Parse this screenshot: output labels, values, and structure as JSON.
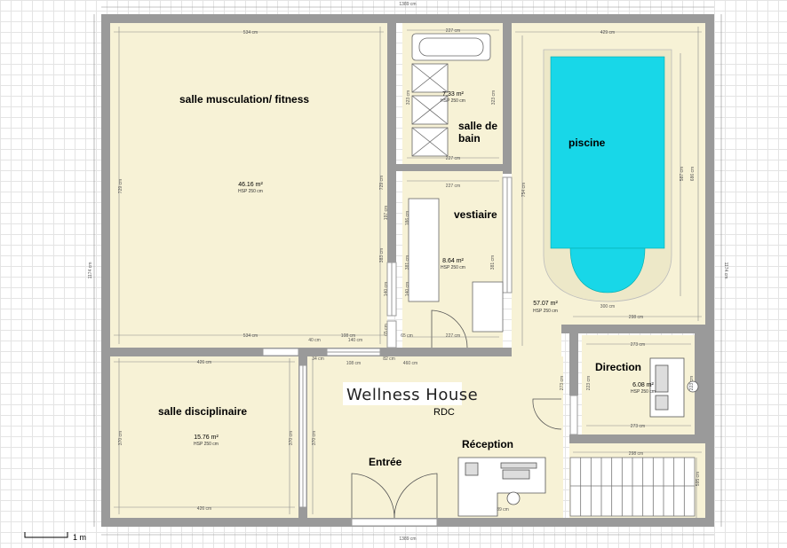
{
  "plan": {
    "title": "Wellness House",
    "level": "RDC",
    "scale_label": "1 m",
    "overall": {
      "width_top": "1389 cm",
      "width_bottom": "1389 cm",
      "height_left": "1174 cm",
      "height_right": "1174 cm"
    },
    "rooms": {
      "fitness": {
        "label": "salle musculation/ fitness",
        "area": "46.16 m²",
        "hsp": "HSP 250 cm",
        "dim_top": "534 cm",
        "dim_bottom": "534 cm",
        "dim_left": "729 cm",
        "dim_right": "729 cm"
      },
      "bain": {
        "label_line1": "salle de",
        "label_line2": "bain",
        "area": "7.33 m²",
        "hsp": "HSP 250 cm",
        "dim_top": "227 cm",
        "dim_bottom": "227 cm",
        "dim_left": "323 cm",
        "dim_right": "323 cm"
      },
      "vestiaire": {
        "label": "vestiaire",
        "area": "8.64 m²",
        "hsp": "HSP 250 cm",
        "dim_top": "227 cm",
        "dim_bottom": "227 cm",
        "dim_left": "381 cm",
        "dim_right": "381 cm",
        "dim_a": "197 cm",
        "dim_b": "186 cm",
        "dim_c": "140 cm",
        "dim_d": "140 cm",
        "dim_e": "383 cm",
        "dim_f": "65 cm"
      },
      "piscine": {
        "label": "piscine",
        "area": "57.07 m²",
        "hsp": "HSP 250 cm",
        "dim_top": "429 cm",
        "dim_pool_h": "587 cm",
        "dim_right": "686 cm",
        "dim_left": "754 cm",
        "dim_bottom": "300 cm"
      },
      "disciplinaire": {
        "label": "salle disciplinaire",
        "area": "15.76 m²",
        "hsp": "HSP 250 cm",
        "dim_top": "426 cm",
        "dim_bottom": "426 cm",
        "dim_left": "370 cm",
        "dim_right": "370 cm"
      },
      "direction": {
        "label": "Direction",
        "area": "6.08 m²",
        "hsp": "HSP 250 cm",
        "dim_top": "273 cm",
        "dim_bottom": "273 cm",
        "dim_left": "223 cm",
        "dim_right": "223 cm",
        "dim_outer": "273 cm",
        "dim_top_outer": "298 cm"
      },
      "reception": {
        "label": "Réception"
      },
      "entree": {
        "label": "Entrée",
        "dim_left": "370 cm"
      },
      "stairs": {
        "dim_top": "298 cm",
        "dim_right": "595 cm"
      }
    },
    "misc_dims": {
      "d_40": "40 cm",
      "d_108a": "108 cm",
      "d_140": "140 cm",
      "d_65": "65 cm",
      "d_34": "34 cm",
      "d_108b": "108 cm",
      "d_82": "82 cm",
      "d_460": "460 cm",
      "d_89": "89 cm"
    }
  },
  "colors": {
    "wall": "#9a9a9a",
    "floor": "#f7f2d6",
    "pool": "#18d7e8",
    "pool_edge": "#e9e4c6",
    "dim_line": "#8a8a8a",
    "furniture": "#ffffff"
  }
}
